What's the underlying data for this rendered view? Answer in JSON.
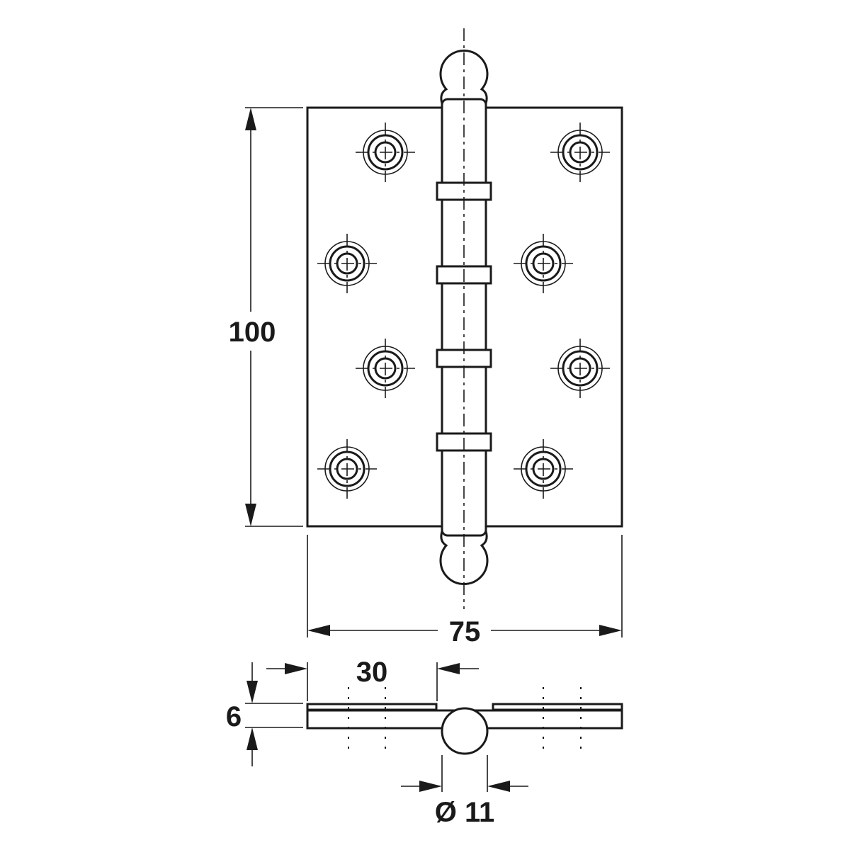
{
  "drawing": {
    "subject": "ball-tipped butt hinge",
    "screws_per_leaf": 4
  },
  "dimensions": {
    "height": "100",
    "width": "75",
    "leaf_width": "30",
    "thickness": "6",
    "knuckle_diameter": "Ø 11"
  }
}
